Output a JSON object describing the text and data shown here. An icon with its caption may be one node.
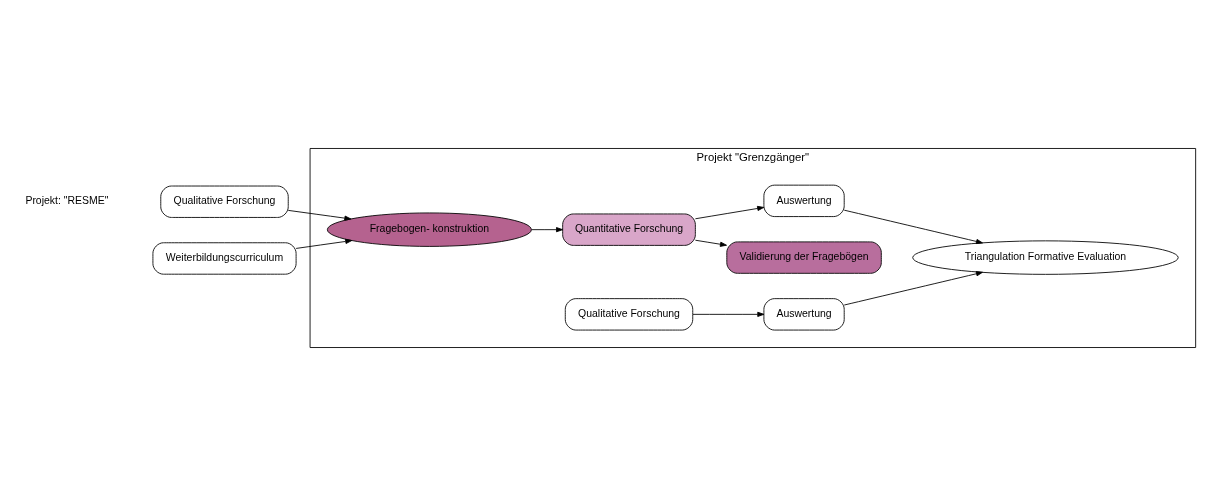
{
  "diagram": {
    "nodes": [
      {
        "text": [
          "Projekt \"Grenzgänger\""
        ]
      },
      {
        "text": [
          "Qualitative Forschung"
        ]
      },
      {
        "text": [
          "Weiterbildungscurriculum"
        ]
      },
      {
        "text": [
          "Fragebogen- konstruktion"
        ],
        "in": 0
      },
      {
        "text": [
          "Validierung der Fragebögen"
        ],
        "in": 0
      },
      {
        "text": [
          "Quantitative Forschung"
        ],
        "in": 0
      },
      {
        "text": [
          "Auswertung"
        ],
        "in": 0
      },
      {
        "text": [
          "Qualitative Forschung"
        ],
        "in": 0
      },
      {
        "text": [
          "Auswertung"
        ],
        "in": 0
      },
      {
        "text": [
          "Triangulation Formative Evaluation"
        ],
        "in": 0
      }
    ],
    "edges": [
      {
        "from": 1,
        "to": 3,
        "arrow": "to"
      },
      {
        "from": 2,
        "to": 3,
        "arrow": "to"
      },
      {
        "from": 3,
        "to": 5,
        "arrow": "to"
      },
      {
        "from": 5,
        "to": 4,
        "arrow": "to"
      },
      {
        "from": 5,
        "to": 6,
        "arrow": "to"
      },
      {
        "from": 7,
        "to": 8,
        "arrow": "to"
      },
      {
        "from": 6,
        "to": 9,
        "arrow": "to"
      },
      {
        "from": 8,
        "to": 9,
        "arrow": "to"
      }
    ],
    "labels": [
      "Projekt: \"RESME\""
    ]
  }
}
